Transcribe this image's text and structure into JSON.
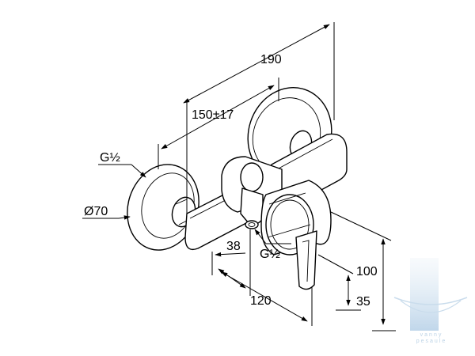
{
  "dimensions": {
    "overall_width": "190",
    "center_distance": "150±17",
    "inlet_thread": "G½",
    "rosette_diameter": "Ø70",
    "outlet_offset": "38",
    "outlet_thread": "G½",
    "projection": "120",
    "height": "100",
    "lever_height": "35"
  },
  "watermark": {
    "line1": "vanny",
    "line2": "pesaule"
  },
  "colors": {
    "line": "#000000",
    "watermark": "#bcd3e6"
  }
}
